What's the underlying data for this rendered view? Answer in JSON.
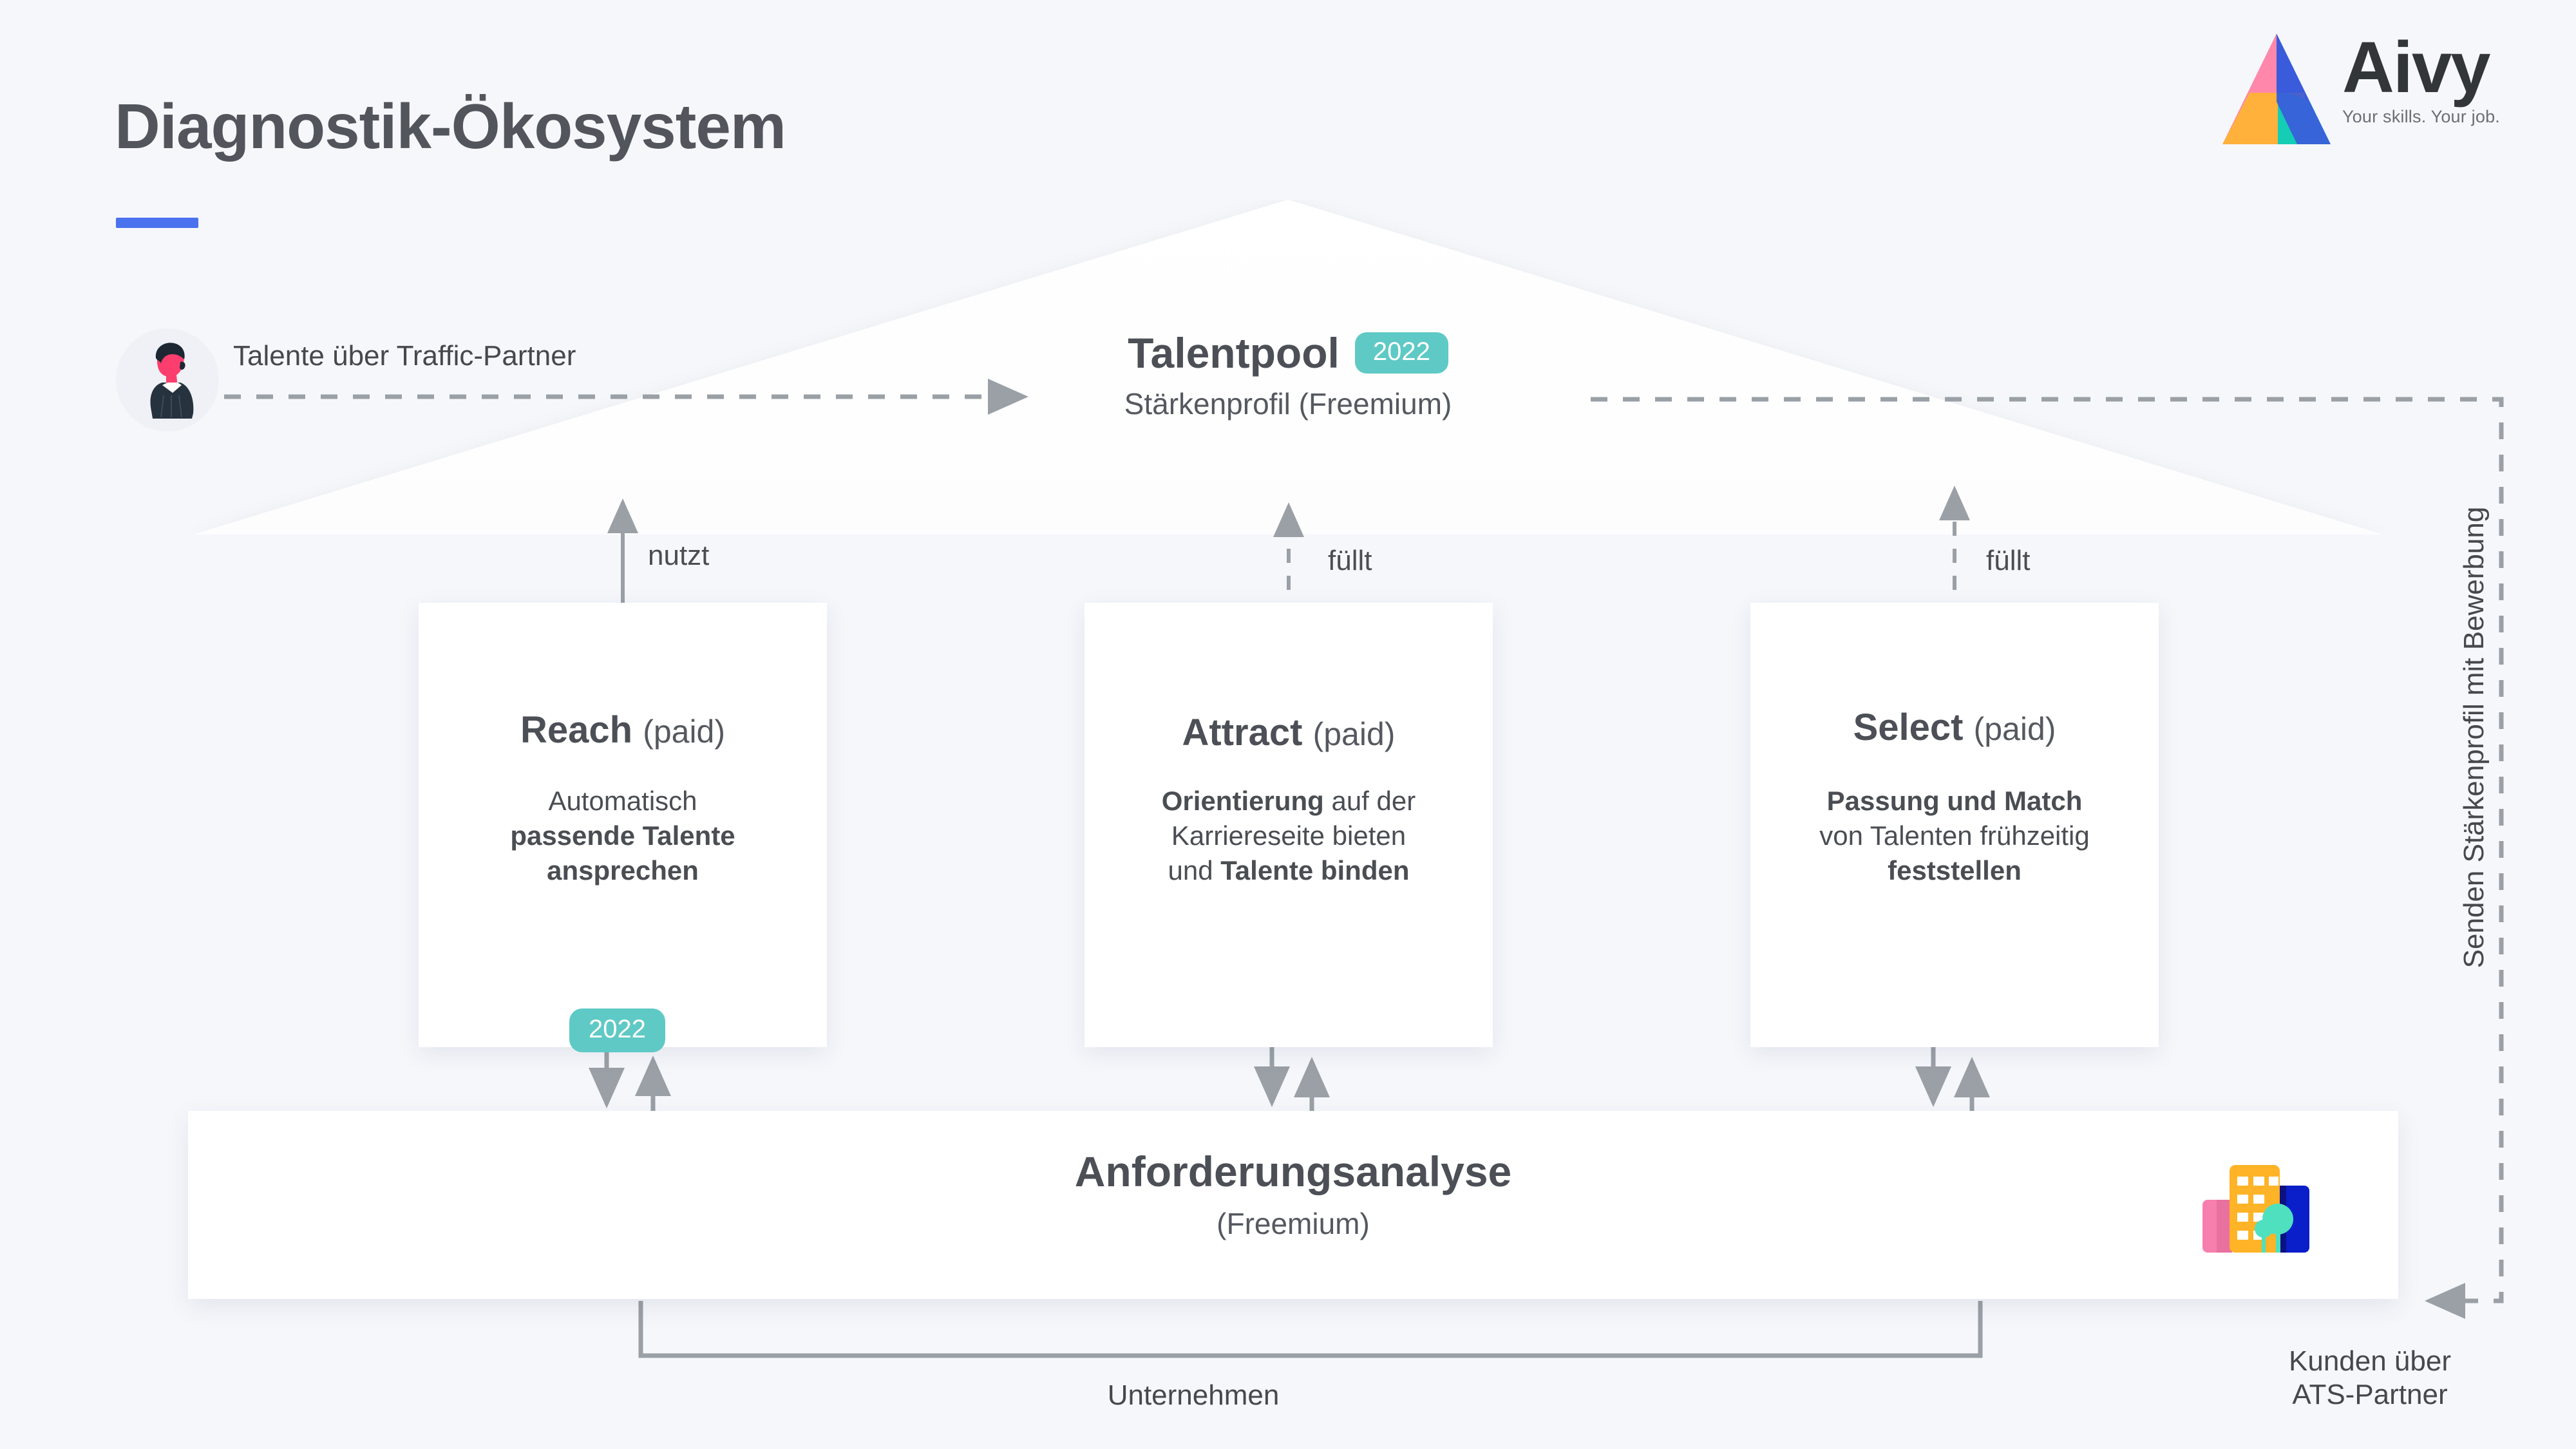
{
  "page": {
    "title": "Diagnostik-Ökosystem",
    "background_color": "#f5f7fb",
    "accent_color": "#4a72ee",
    "badge_color": "#5fc9c5"
  },
  "logo": {
    "wordmark": "Aivy",
    "tagline": "Your skills. Your job.",
    "mark_colors": [
      "#3b5bdb",
      "#ff87ab",
      "#ffb13b",
      "#14cdb4"
    ]
  },
  "talent_source": {
    "label": "Talente über Traffic-Partner",
    "avatar_alt": "person-illustration"
  },
  "talentpool": {
    "title": "Talentpool",
    "badge": "2022",
    "subtitle": "Stärkenprofil (Freemium)"
  },
  "links": {
    "nutzt": "nutzt",
    "fuellt_left": "füllt",
    "fuellt_right": "füllt",
    "unternehmen": "Unternehmen",
    "senden": "Senden Stärkenprofil mit Bewerbung",
    "ats_line1": "Kunden über",
    "ats_line2": "ATS-Partner"
  },
  "cards": [
    {
      "id": "reach",
      "name": "Reach",
      "tier": "(paid)",
      "badge": "2022",
      "desc_lines": [
        {
          "plain": "Automatisch",
          "bold": ""
        },
        {
          "plain": "",
          "bold": "passende Talente"
        },
        {
          "plain": "",
          "bold": "ansprechen"
        }
      ]
    },
    {
      "id": "attract",
      "name": "Attract",
      "tier": "(paid)",
      "badge": "",
      "desc_lines": [
        {
          "bold": "Orientierung",
          "plain": " auf der"
        },
        {
          "bold": "",
          "plain": "Karriereseite bieten"
        },
        {
          "plain": "und ",
          "bold": "Talente binden"
        }
      ]
    },
    {
      "id": "select",
      "name": "Select",
      "tier": "(paid)",
      "badge": "",
      "desc_lines": [
        {
          "bold": "Passung und Match",
          "plain": ""
        },
        {
          "plain": "von Talenten frühzeitig",
          "bold": ""
        },
        {
          "bold": "feststellen",
          "plain": ""
        }
      ]
    }
  ],
  "bottom": {
    "title": "Anforderungsanalyse",
    "subtitle": "(Freemium)",
    "icon": "office-building-icon"
  }
}
